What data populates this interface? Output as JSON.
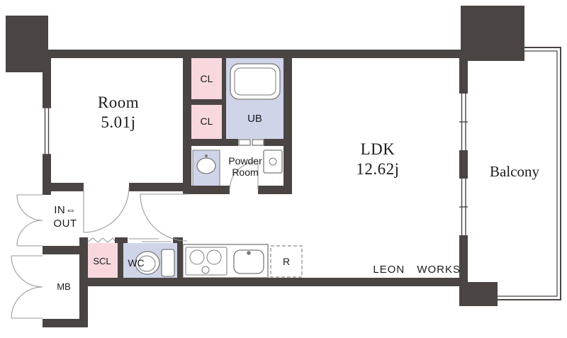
{
  "plan": {
    "rooms": {
      "room": {
        "line1": "Room",
        "line2": "5.01j"
      },
      "ldk": {
        "line1": "LDK",
        "line2": "12.62j"
      },
      "balcony": {
        "label": "Balcony"
      },
      "powder_room": {
        "line1": "Powder",
        "line2": "Room"
      },
      "closet_upper": {
        "label": "CL"
      },
      "closet_lower": {
        "label": "CL"
      },
      "unit_bath": {
        "label": "UB"
      },
      "shoe_closet": {
        "label": "SCL"
      },
      "toilet": {
        "label": "WC"
      },
      "meter_box": {
        "label": "MB"
      },
      "refrigerator": {
        "label": "R"
      },
      "entrance": {
        "line1": "IN⇔",
        "line2": "OUT"
      }
    },
    "branding": {
      "company": "LEON WORKS"
    },
    "colors": {
      "wall": "#4a4443",
      "closet": "#f8d8dd",
      "wet_area": "#cfd4e9",
      "fixture_line": "#7a7a7a",
      "background": "#ffffff"
    },
    "fixtures": [
      "bathtub",
      "toilet",
      "washbasin",
      "washing-machine-pan",
      "stove",
      "kitchen-sink",
      "refrigerator-space"
    ]
  }
}
